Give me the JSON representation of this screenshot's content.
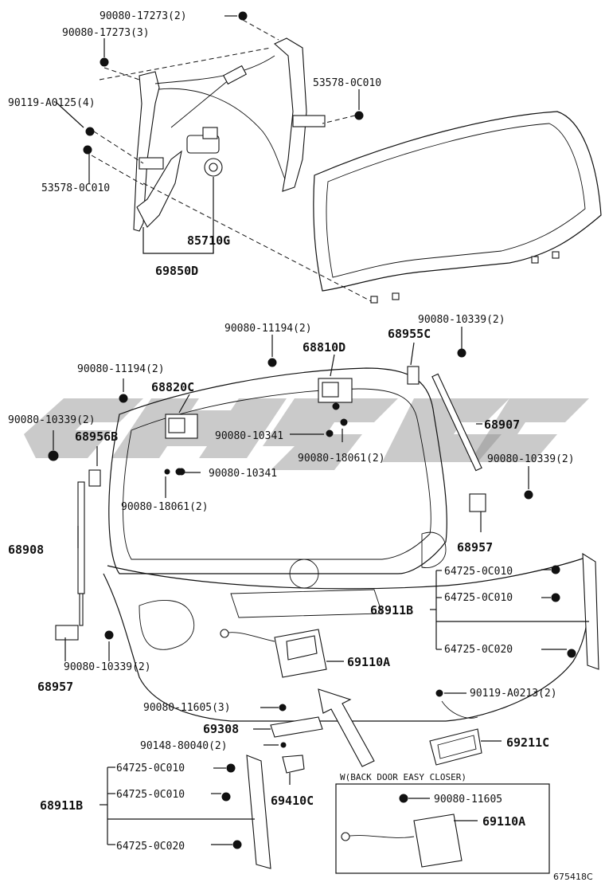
{
  "labels": {
    "p1": "90080-17273(2)",
    "p2": "90080-17273(3)",
    "p3": "53578-0C010",
    "p4": "90119-A0125(4)",
    "p5": "53578-0C010",
    "p6": "85710G",
    "p7": "69850D",
    "p8": "90080-11194(2)",
    "p9": "68810D",
    "p10": "90080-10339(2)",
    "p11": "68955C",
    "p12": "90080-11194(2)",
    "p13": "68820C",
    "p14": "90080-10339(2)",
    "p15": "68956B",
    "p16": "90080-10341",
    "p17": "90080-18061(2)",
    "p18": "68907",
    "p19": "90080-10341",
    "p20": "90080-10339(2)",
    "p21": "90080-18061(2)",
    "p22": "68908",
    "p23": "68957",
    "p24": "64725-0C010",
    "p25": "64725-0C010",
    "p26": "68911B",
    "p27": "64725-0C020",
    "p28": "69110A",
    "p29": "90080-10339(2)",
    "p30": "68957",
    "p31": "90119-A0213(2)",
    "p32": "90080-11605(3)",
    "p33": "69308",
    "p34": "69211C",
    "p35": "90148-80040(2)",
    "p36": "64725-0C010",
    "p37": "W(BACK DOOR EASY CLOSER)",
    "p38": "64725-0C010",
    "p39": "90080-11605",
    "p40": "68911B",
    "p41": "69410C",
    "p42": "69110A",
    "p43": "64725-0C020",
    "p44": "675418C"
  },
  "colors": {
    "ink": "#111111",
    "watermark": "#8a8a8a"
  }
}
